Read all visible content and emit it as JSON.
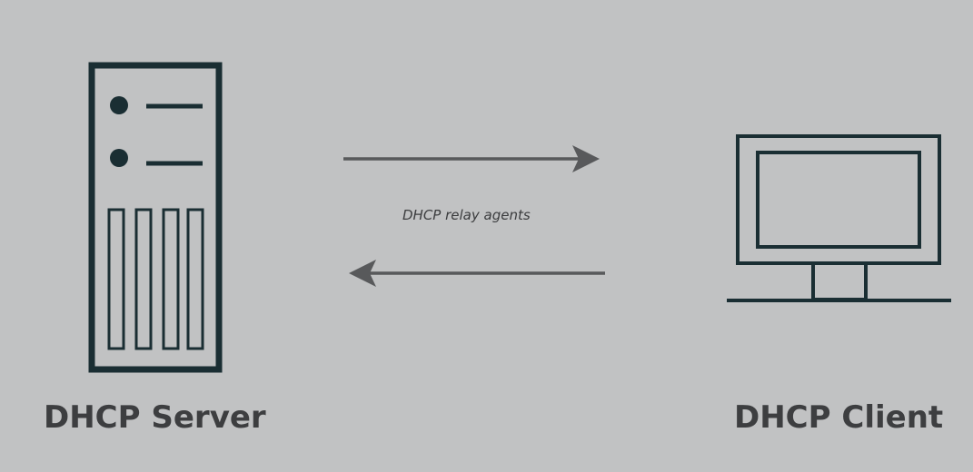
{
  "colors": {
    "background": "#c1c2c3",
    "icon_stroke": "#1a2e33",
    "arrow": "#58595b",
    "label_text": "#3d3e40",
    "relay_text": "#3b3c3e"
  },
  "nodes": {
    "server": {
      "label": "DHCP Server",
      "icon": "server-tower-icon"
    },
    "client": {
      "label": "DHCP Client",
      "icon": "desktop-monitor-icon"
    }
  },
  "relay": {
    "label": "DHCP relay agents"
  },
  "arrows": [
    {
      "from": "server",
      "to": "client",
      "direction": "right"
    },
    {
      "from": "client",
      "to": "server",
      "direction": "left"
    }
  ]
}
